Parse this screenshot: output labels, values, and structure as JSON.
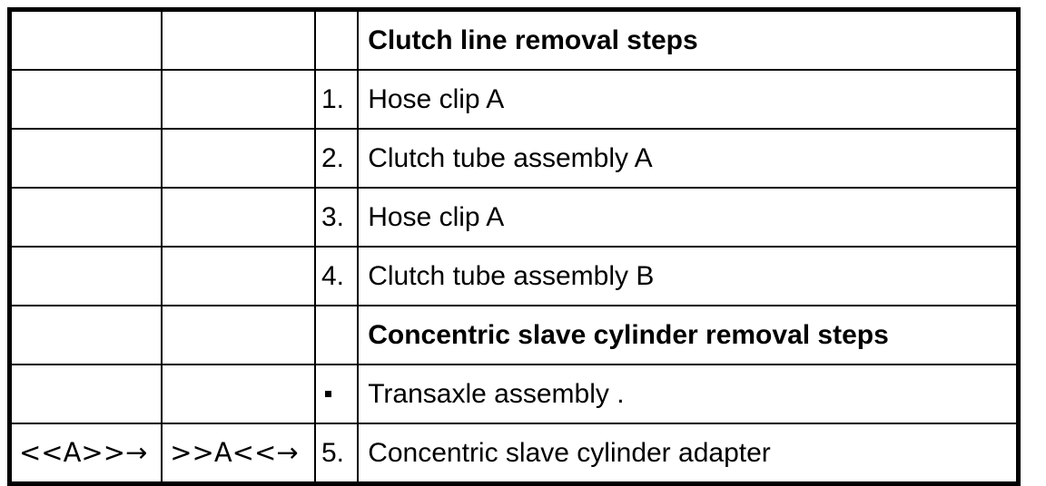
{
  "document": {
    "type": "service-manual-step-table",
    "background_color": "#ffffff",
    "line_color": "#000000"
  },
  "table": {
    "columns": [
      {
        "key": "mark_a",
        "header": ""
      },
      {
        "key": "mark_b",
        "header": ""
      },
      {
        "key": "number",
        "header": ""
      },
      {
        "key": "description",
        "header": ""
      }
    ],
    "rows": [
      {
        "mark_a": "",
        "mark_b": "",
        "number": "",
        "description": "Clutch line removal steps",
        "is_heading": true
      },
      {
        "mark_a": "",
        "mark_b": "",
        "number": "1.",
        "description": "Hose clip A",
        "is_heading": false
      },
      {
        "mark_a": "",
        "mark_b": "",
        "number": "2.",
        "description": "Clutch tube assembly A",
        "is_heading": false
      },
      {
        "mark_a": "",
        "mark_b": "",
        "number": "3.",
        "description": "Hose clip A",
        "is_heading": false
      },
      {
        "mark_a": "",
        "mark_b": "",
        "number": "4.",
        "description": "Clutch tube assembly B",
        "is_heading": false
      },
      {
        "mark_a": "",
        "mark_b": "",
        "number": "",
        "description": "Concentric slave cylinder removal steps",
        "is_heading": true
      },
      {
        "mark_a": "",
        "mark_b": "",
        "number": "·",
        "description": "Transaxle assembly .",
        "is_heading": false
      },
      {
        "mark_a": "<<A>>→",
        "mark_b": ">>A<<→",
        "number": "5.",
        "description": "Concentric slave cylinder adapter",
        "is_heading": false
      }
    ]
  }
}
